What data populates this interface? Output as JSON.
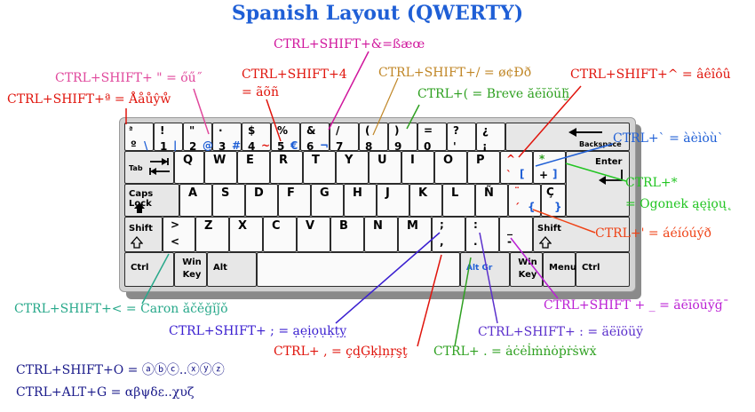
{
  "title": "Spanish Layout (QWERTY)",
  "colors": {
    "title": "#1f5fd6",
    "magenta": "#d0159c",
    "pink": "#e0489c",
    "red": "#e0140c",
    "brown": "#c08626",
    "green": "#2ea020",
    "blue": "#1f5fd6",
    "bright_green": "#22c522",
    "orange_red": "#ef4317",
    "purple": "#bb20d4",
    "teal": "#27a88a",
    "indigo": "#3a1fd0",
    "violet": "#5a2fcc",
    "navy": "#1a1a8a"
  },
  "annotations": {
    "a1": "CTRL+SHIFT+&=ßæœ",
    "a2": "CTRL+SHIFT+ \" = őű˝",
    "a3a": "CTRL+SHIFT+4",
    "a3b": "= ãõñ",
    "a4": "CTRL+SHIFT+/ = ø¢Ðð",
    "a5": "CTRL+SHIFT+^ = âêîôû",
    "a6": "CTRL+SHIFT+ª = Ååůŷẘ",
    "a7": "CTRL+( = Breve ăĕĭŏŭḫ̆",
    "a8": "CTRL+` = àèìòù`",
    "a9a": "CTRL+*",
    "a9b": "= Ogonek ąęįǫų˛",
    "a10": "CTRL+' = áéíóúýð",
    "a11": "CTRL+SHIFT+< = Caron ǎčěǧǐǰǒ",
    "a12": "CTRL+SHIFT + _ = āēīōūȳḡ¯",
    "a13": "CTRL+SHIFT+ ; = ạẹịọụḳṭỵ",
    "a14": "CTRL+SHIFT+ : = äëïöüÿ",
    "a15": "CTRL+ , = çḑĢķļņŗşţ",
    "a16": "CTRL+ . = ȧċėl̇ṁṅȯṗṙṡẇẋ",
    "a17": "CTRL+SHIFT+O = ⓐⓑⓒ..ⓧⓨⓩ",
    "a18": "CTRL+ALT+G = αβψδε..χυζ"
  },
  "keys": {
    "row0": [
      {
        "top": "ª",
        "bot": "º",
        "alt": "\\"
      },
      {
        "top": "!",
        "bot": "1",
        "alt": "|"
      },
      {
        "top": "\"",
        "bot": "2",
        "alt": "@"
      },
      {
        "top": "·",
        "bot": "3",
        "alt": "#"
      },
      {
        "top": "$",
        "bot": "4",
        "alt": "~"
      },
      {
        "top": "%",
        "bot": "5",
        "alt": "€"
      },
      {
        "top": "&",
        "bot": "6",
        "alt": "¬"
      },
      {
        "top": "/",
        "bot": "7",
        "alt": ""
      },
      {
        "top": "(",
        "bot": "8",
        "alt": ""
      },
      {
        "top": ")",
        "bot": "9",
        "alt": ""
      },
      {
        "top": "=",
        "bot": "0",
        "alt": ""
      },
      {
        "top": "?",
        "bot": "'",
        "alt": ""
      },
      {
        "top": "¿",
        "bot": "¡",
        "alt": ""
      }
    ],
    "backspace": "Backspace",
    "tab": "Tab",
    "row1": [
      "Q",
      "W",
      "E",
      "R",
      "T",
      "Y",
      "U",
      "I",
      "O",
      "P"
    ],
    "grave": {
      "top": "^",
      "bot": "`",
      "alt": "["
    },
    "plus": {
      "top": "*",
      "bot": "+",
      "alt": "]"
    },
    "enter": "Enter",
    "caps": "Caps Lock",
    "row2": [
      "A",
      "S",
      "D",
      "F",
      "G",
      "H",
      "J",
      "K",
      "L",
      "Ñ"
    ],
    "acute": {
      "top": "¨",
      "bot": "´",
      "alt": "{"
    },
    "cedilla": {
      "top": "Ç",
      "bot": "",
      "alt": "}"
    },
    "shift": "Shift",
    "lt": {
      "top": ">",
      "bot": "<"
    },
    "row3": [
      "Z",
      "X",
      "C",
      "V",
      "B",
      "N",
      "M"
    ],
    "comma": {
      "top": ";",
      "bot": ","
    },
    "period": {
      "top": ":",
      "bot": "."
    },
    "minus": {
      "top": "_",
      "bot": "-"
    },
    "ctrl": "Ctrl",
    "win": "Win Key",
    "alt": "Alt",
    "altgr": "Alt Gr",
    "menu": "Menu"
  }
}
